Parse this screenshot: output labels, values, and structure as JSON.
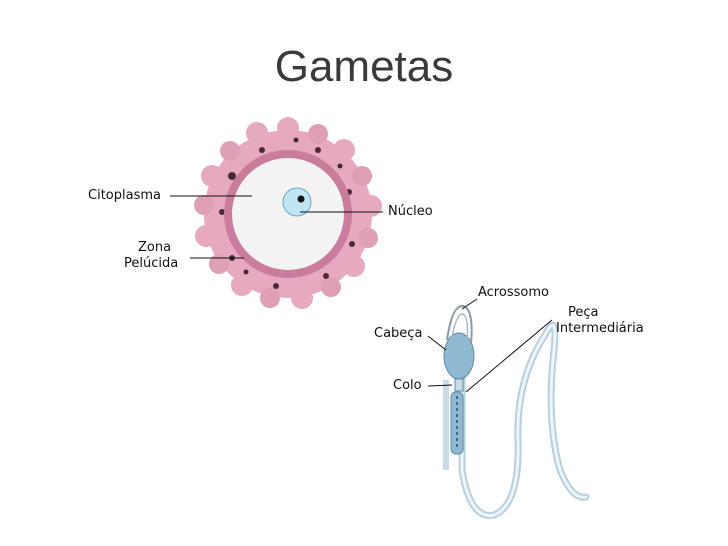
{
  "slide": {
    "title": "Gametas"
  },
  "ovulo": {
    "labels": {
      "citoplasma": "Citoplasma",
      "nucleo": "Núcleo",
      "zona_line1": "Zona",
      "zona_line2": "Pelúcida"
    },
    "colors": {
      "corona": "#e7a9bf",
      "zona": "#c97c9c",
      "cytoplasm": "#f3f3f3",
      "nucleus": "#bfe6f2"
    }
  },
  "espermatozoide": {
    "labels": {
      "acrossomo": "Acrossomo",
      "peca_line1": "Peça",
      "peca_line2": "Intermediária",
      "cabeca": "Cabeça",
      "colo": "Colo"
    },
    "colors": {
      "head": "#8fb9d0",
      "tail": "#c8dce8"
    }
  }
}
